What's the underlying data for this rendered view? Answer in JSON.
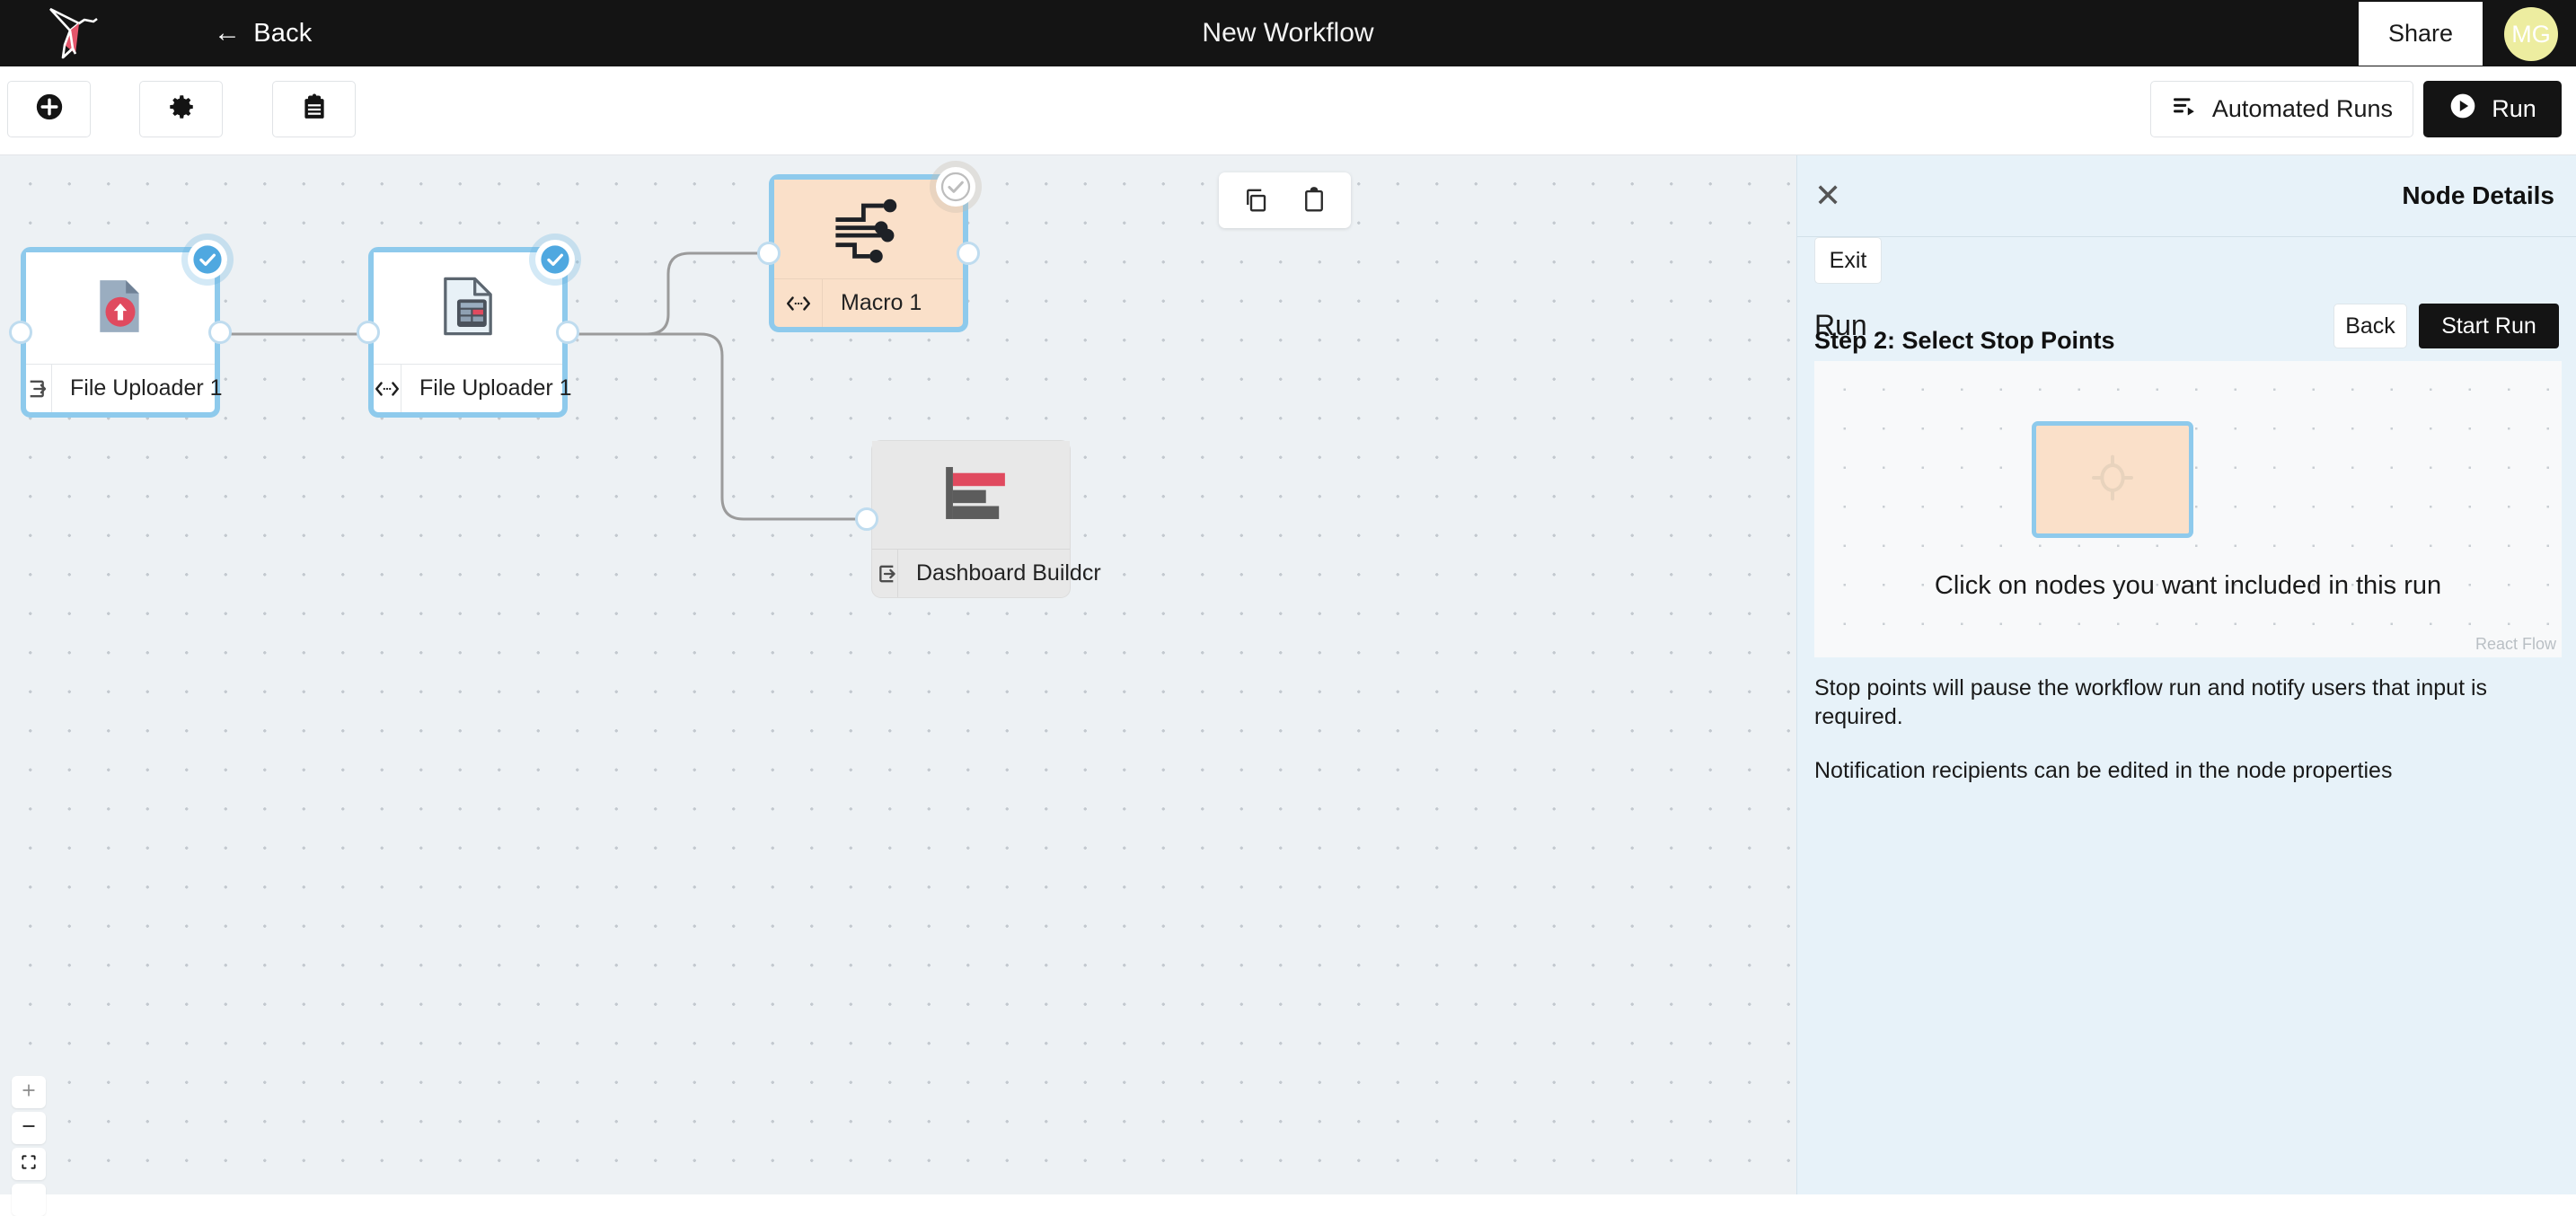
{
  "topbar": {
    "logo": "hummingbird-logo",
    "back_label": "Back",
    "workflow_title": "New Workflow",
    "share_label": "Share",
    "avatar_initials": "MG"
  },
  "toolbar": {
    "add_icon": "plus-circle-icon",
    "settings_icon": "gear-icon",
    "notes_icon": "clipboard-icon",
    "automated_runs_label": "Automated Runs",
    "automated_runs_icon": "list-play-icon",
    "run_label": "Run",
    "run_icon": "play-circle-icon"
  },
  "canvas": {
    "clipboard_toolbar": {
      "copy_icon": "copy-icon",
      "paste_icon": "paste-clipboard-icon"
    },
    "zoom_controls": {
      "zoom_in_icon": "plus-icon",
      "zoom_out_icon": "minus-icon",
      "fit_view_icon": "fit-view-icon"
    },
    "nodes": [
      {
        "id": "file-uploader-1",
        "label": "File Uploader 1",
        "icon": "file-upload-icon",
        "footer_icon": "input-arrow-icon",
        "state": "selected",
        "badge": "check-on"
      },
      {
        "id": "file-uploader-2",
        "label": "File Uploader 1",
        "icon": "spreadsheet-file-icon",
        "footer_icon": "code-brackets-icon",
        "state": "selected",
        "badge": "check-on"
      },
      {
        "id": "macro-1",
        "label": "Macro 1",
        "icon": "macro-nodes-icon",
        "footer_icon": "code-brackets-icon",
        "state": "highlighted",
        "badge": "check-off"
      },
      {
        "id": "dashboard-builder-1",
        "label": "Dashboard Buildcr",
        "icon": "bar-chart-icon",
        "footer_icon": "output-arrow-icon",
        "state": "dimmed",
        "badge": "none"
      }
    ]
  },
  "panel": {
    "close_icon": "close-icon",
    "title": "Node Details",
    "exit_label": "Exit",
    "run_label": "Run",
    "back_label": "Back",
    "start_run_label": "Start Run",
    "step_title": "Step 2: Select Stop Points",
    "mini_canvas": {
      "node_icon": "target-crosshair-icon",
      "hint": "Click on nodes you want included in this run",
      "watermark": "React Flow"
    },
    "note_1": "Stop points will pause the workflow run and notify users that input is required.",
    "note_2": "Notification recipients can be edited in the node properties"
  },
  "colors": {
    "topbar_bg": "#141414",
    "canvas_bg": "#edf1f4",
    "panel_bg": "#e7f2f9",
    "node_border_selected": "#8ecaec",
    "node_highlight": "#fae0c9",
    "accent_red": "#e04a5f",
    "avatar_bg": "#ededa0"
  }
}
